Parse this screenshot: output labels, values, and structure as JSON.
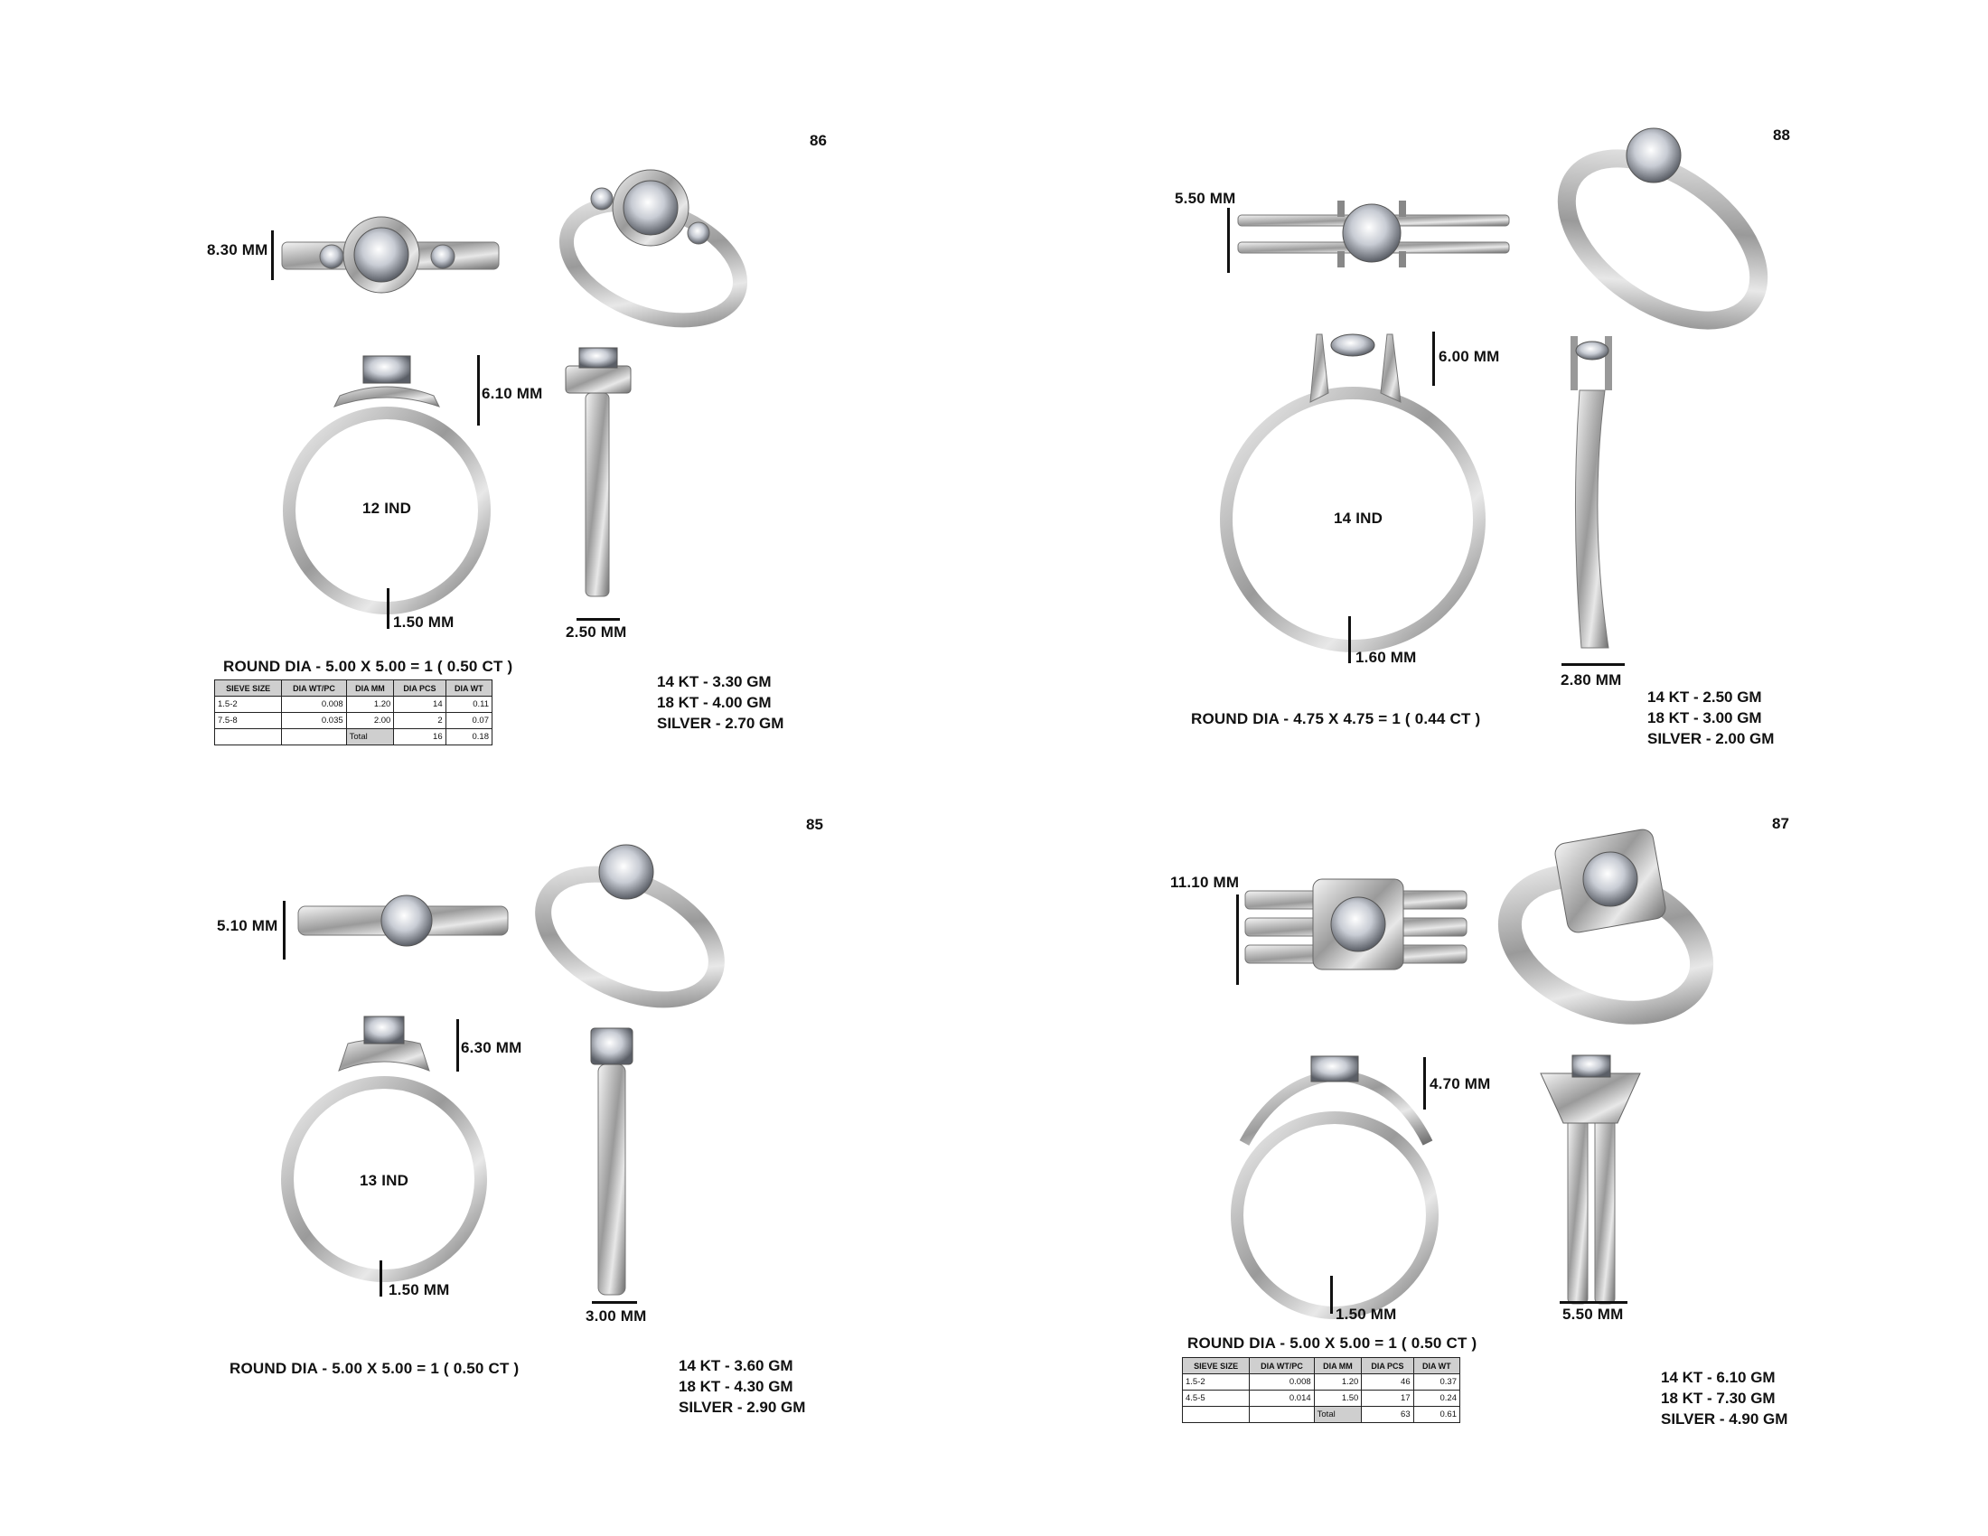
{
  "panels": {
    "p86": {
      "number": "86",
      "top_width": "8.30 MM",
      "height": "6.10 MM",
      "size": "12 IND",
      "band_bottom": "1.50 MM",
      "side_width": "2.50 MM",
      "diamond": "ROUND DIA - 5.00 X 5.00 = 1 ( 0.50 CT )",
      "metals": [
        "14 KT - 3.30 GM",
        "18 KT - 4.00 GM",
        "SILVER - 2.70 GM"
      ],
      "table": {
        "headers": [
          "SIEVE SIZE",
          "DIA WT/PC",
          "DIA MM",
          "DIA PCS",
          "DIA WT"
        ],
        "rows": [
          [
            "1.5-2",
            "0.008",
            "1.20",
            "14",
            "0.11"
          ],
          [
            "7.5-8",
            "0.035",
            "2.00",
            "2",
            "0.07"
          ]
        ],
        "total_label": "Total",
        "total_pcs": "16",
        "total_wt": "0.18"
      }
    },
    "p88": {
      "number": "88",
      "top_width": "5.50 MM",
      "height": "6.00 MM",
      "size": "14 IND",
      "band_bottom": "1.60 MM",
      "side_width": "2.80 MM",
      "diamond": "ROUND DIA - 4.75 X 4.75 = 1 ( 0.44 CT )",
      "metals": [
        "14 KT - 2.50 GM",
        "18 KT - 3.00 GM",
        "SILVER - 2.00 GM"
      ]
    },
    "p85": {
      "number": "85",
      "top_width": "5.10 MM",
      "height": "6.30 MM",
      "size": "13 IND",
      "band_bottom": "1.50 MM",
      "side_width": "3.00 MM",
      "diamond": "ROUND DIA - 5.00 X 5.00 = 1 ( 0.50 CT )",
      "metals": [
        "14 KT - 3.60 GM",
        "18 KT - 4.30 GM",
        "SILVER - 2.90 GM"
      ]
    },
    "p87": {
      "number": "87",
      "top_width": "11.10 MM",
      "height": "4.70 MM",
      "band_bottom": "1.50 MM",
      "side_width": "5.50 MM",
      "diamond": "ROUND DIA - 5.00 X 5.00 = 1 ( 0.50 CT )",
      "metals": [
        "14 KT - 6.10 GM",
        "18 KT - 7.30 GM",
        "SILVER - 4.90 GM"
      ],
      "table": {
        "headers": [
          "SIEVE SIZE",
          "DIA WT/PC",
          "DIA MM",
          "DIA PCS",
          "DIA WT"
        ],
        "rows": [
          [
            "1.5-2",
            "0.008",
            "1.20",
            "46",
            "0.37"
          ],
          [
            "4.5-5",
            "0.014",
            "1.50",
            "17",
            "0.24"
          ]
        ],
        "total_label": "Total",
        "total_pcs": "63",
        "total_wt": "0.61"
      }
    }
  }
}
